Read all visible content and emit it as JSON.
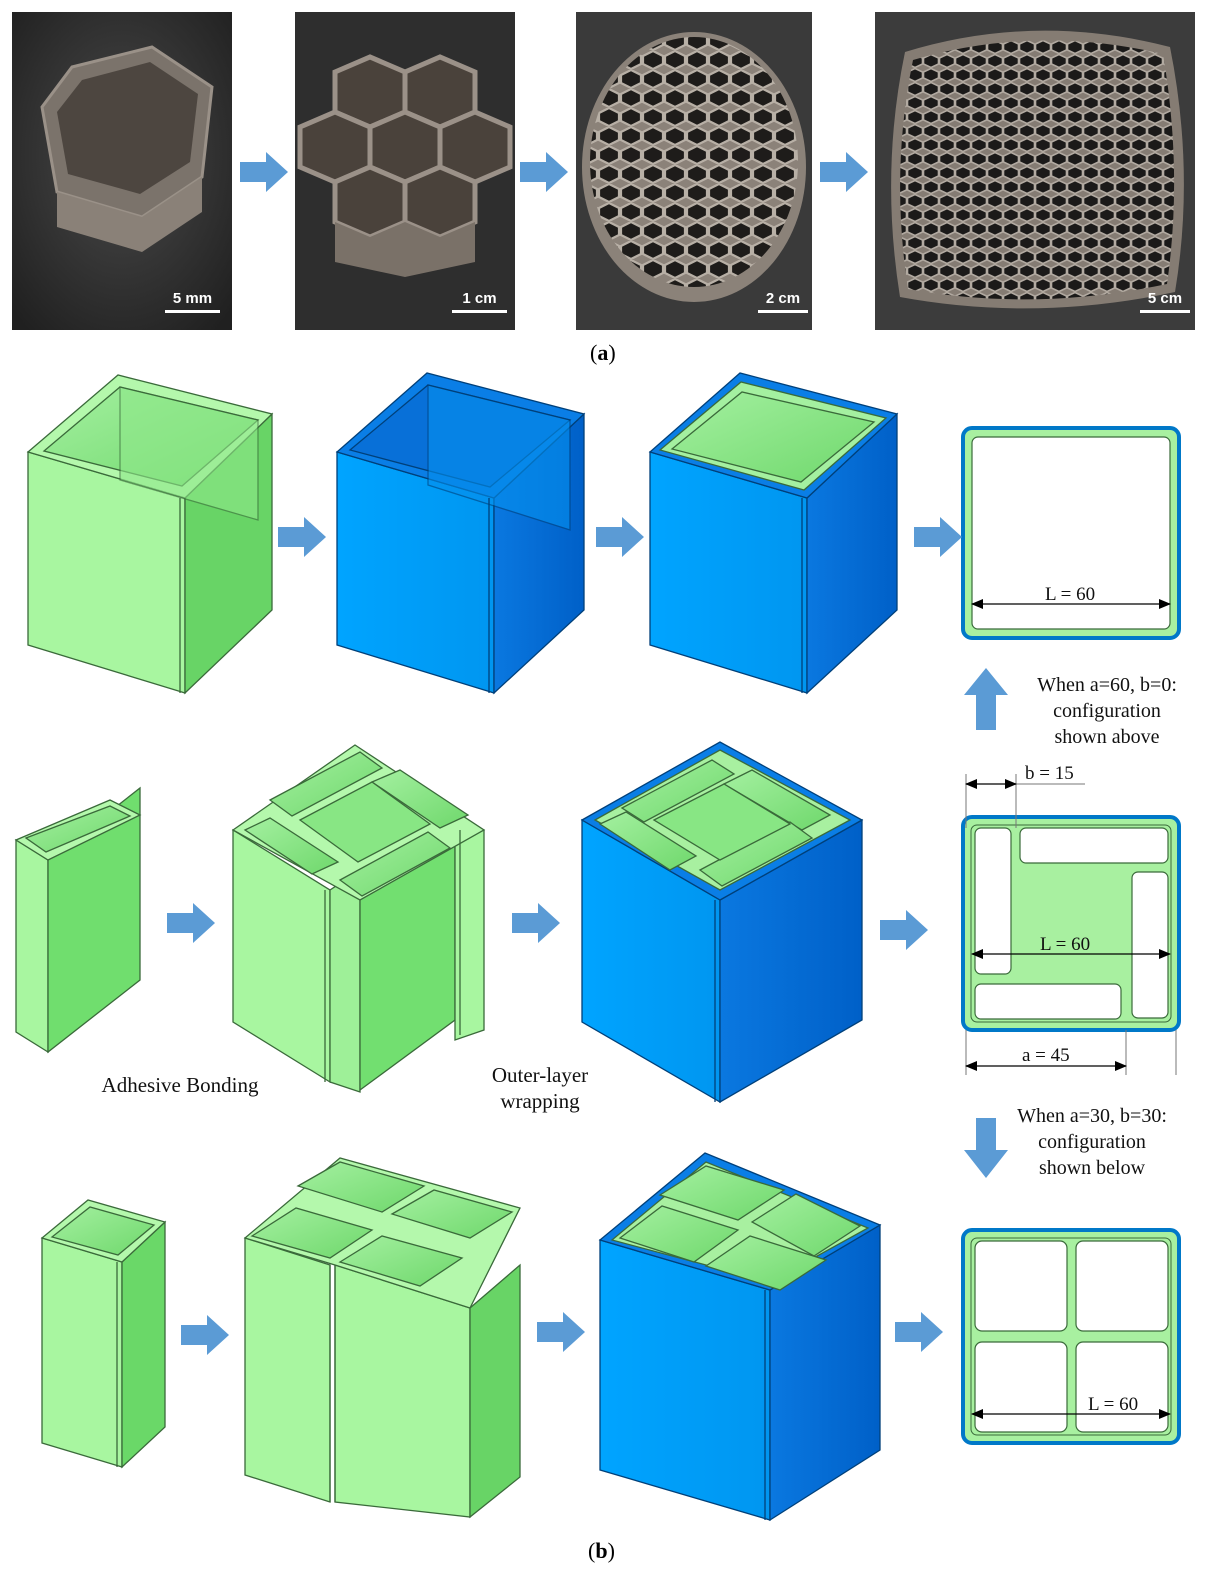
{
  "panel_a": {
    "label": "a",
    "photos": [
      {
        "scale_label": "5 mm"
      },
      {
        "scale_label": "1 cm"
      },
      {
        "scale_label": "2 cm"
      },
      {
        "scale_label": "5 cm"
      }
    ]
  },
  "panel_b": {
    "label": "b",
    "captions": {
      "adhesive": "Adhesive Bonding",
      "outer_line1": "Outer-layer",
      "outer_line2": "wrapping"
    },
    "notes": {
      "up_line1": "When a=60, b=0:",
      "up_line2": "configuration",
      "up_line3": "shown above",
      "down_line1": "When a=30, b=30:",
      "down_line2": "configuration",
      "down_line3": "shown below"
    },
    "dims": {
      "l_top": "L = 60",
      "b_mid": "b = 15",
      "l_mid": "L = 60",
      "a_mid": "a = 45",
      "l_bot": "L = 60"
    }
  },
  "colors": {
    "green_light": "#a8f5a0",
    "green_mid": "#7de07a",
    "green_dark": "#5fcf5f",
    "blue_front": "#00a2ff",
    "blue_side": "#0070d8",
    "arrow": "#5b9bd5"
  }
}
